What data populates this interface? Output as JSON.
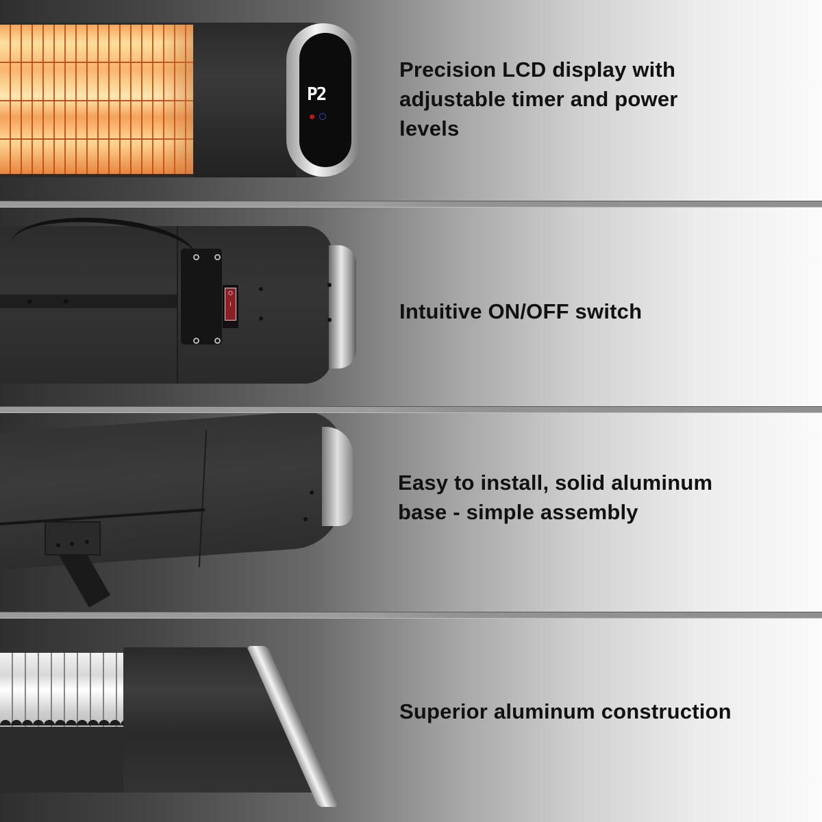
{
  "panels": [
    {
      "id": "lcd-display",
      "caption_lines": [
        "Precision LCD display with",
        "adjustable timer and power",
        "levels"
      ],
      "image": {
        "subject": "heater-lcd-display-end",
        "lcd_readout": "P2",
        "indicators": [
          "power-indicator-red",
          "timer-icon-blue"
        ]
      }
    },
    {
      "id": "on-off-switch",
      "caption_lines": [
        "Intuitive ON/OFF switch"
      ],
      "image": {
        "subject": "heater-rocker-switch",
        "switch_labels": [
          "O",
          "I"
        ],
        "switch_color": "#8a1f26"
      }
    },
    {
      "id": "installation",
      "caption_lines": [
        "Easy to install, solid aluminum",
        "base - simple assembly"
      ],
      "image": {
        "subject": "heater-mounting-bracket"
      }
    },
    {
      "id": "construction",
      "caption_lines": [
        "Superior aluminum construction"
      ],
      "image": {
        "subject": "heater-aluminum-body-silver-element"
      }
    }
  ],
  "colors": {
    "caption_text": "#111111",
    "background_dark": "#2f2f2f",
    "background_light": "#fbfbfb",
    "divider": "#9a9a9a",
    "heater_body": "#2b2b2b",
    "heating_element_glow": "#f7b56e"
  }
}
